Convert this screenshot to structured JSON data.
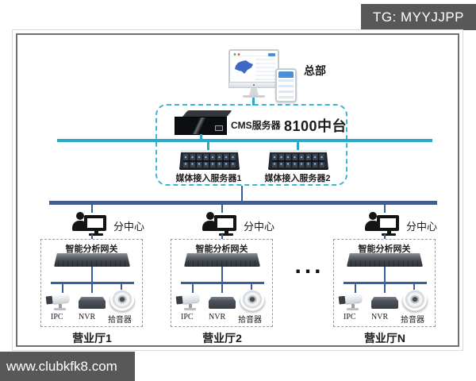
{
  "watermarks": {
    "tg": "TG: MYYJJPP",
    "site": "www.clubkfk8.com"
  },
  "headquarters": {
    "label": "总部"
  },
  "platform": {
    "name": "8100中台",
    "cms_server": "CMS服务器",
    "media_servers": [
      {
        "label": "媒体接入服务器1"
      },
      {
        "label": "媒体接入服务器2"
      }
    ]
  },
  "branches": [
    {
      "center": "分中心",
      "gateway": "智能分析网关",
      "devices": {
        "ipc": "IPC",
        "nvr": "NVR",
        "pickup": "拾音器"
      },
      "hall": "营业厅1"
    },
    {
      "center": "分中心",
      "gateway": "智能分析网关",
      "devices": {
        "ipc": "IPC",
        "nvr": "NVR",
        "pickup": "拾音器"
      },
      "hall": "营业厅2"
    },
    {
      "center": "分中心",
      "gateway": "智能分析网关",
      "devices": {
        "ipc": "IPC",
        "nvr": "NVR",
        "pickup": "拾音器"
      },
      "hall": "营业厅N"
    }
  ],
  "ellipsis": "...",
  "colors": {
    "teal_line": "#2BA9C9",
    "blue_line": "#3A5F9E",
    "dashed_platform": "#3BB5D5",
    "dashed_branch": "#949E98",
    "overlay_bg": "#585858",
    "frame": "#707070",
    "map_blue": "#3E68C4",
    "accent_blue": "#4A90D9"
  }
}
